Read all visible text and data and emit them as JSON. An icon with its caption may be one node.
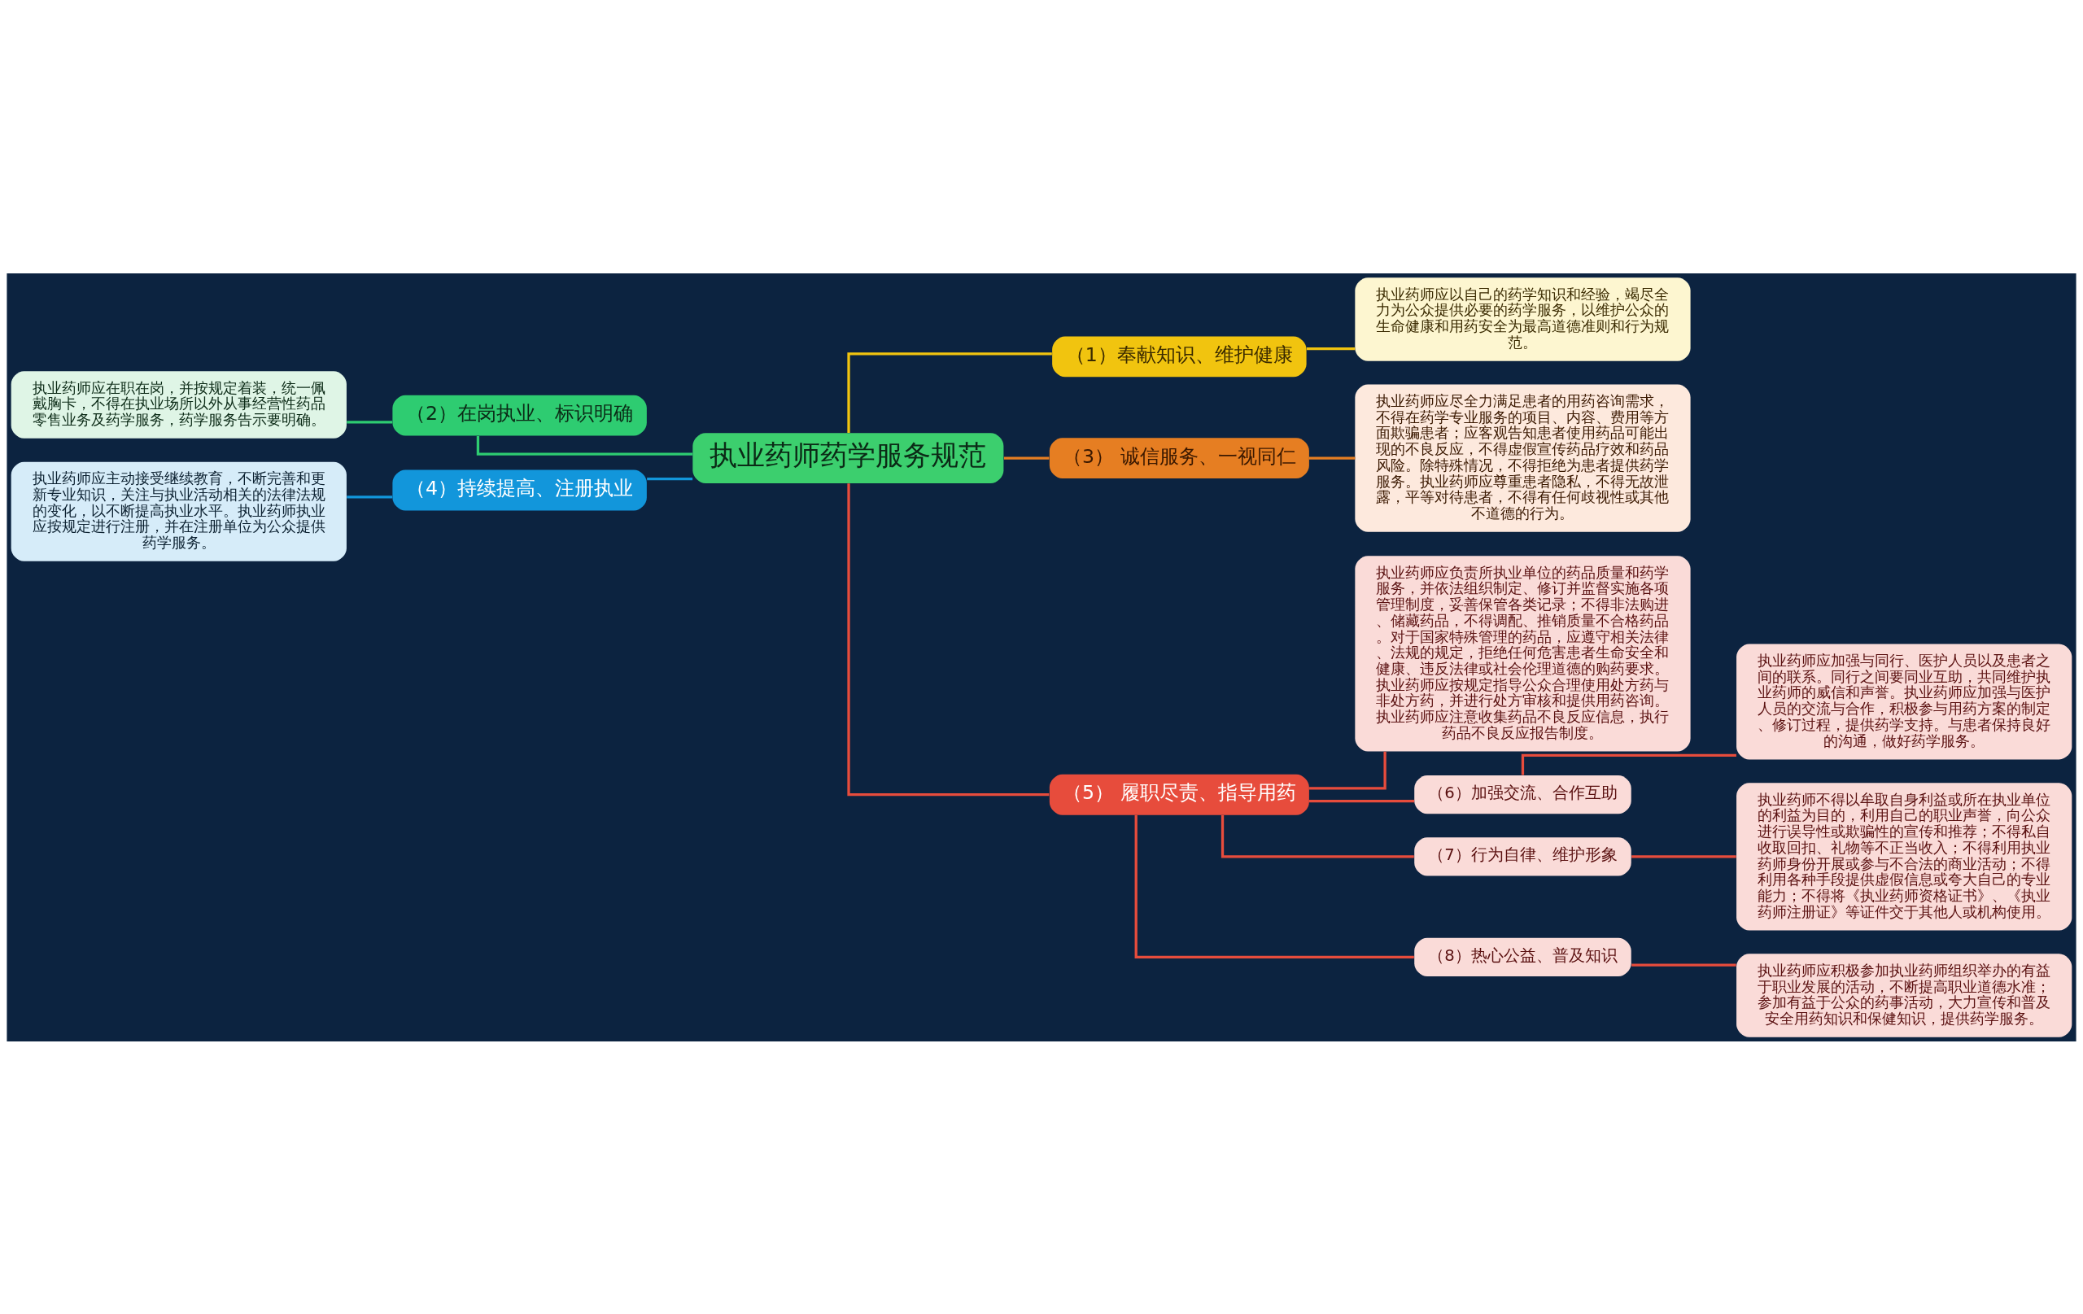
{
  "diagram": {
    "nodes": [
      {
        "text": [
          "执业药师药学服务规范"
        ]
      },
      {
        "text": [
          "（1）奉献知识、维护健康"
        ]
      },
      {
        "text": [
          "执业药师应以自己的药学知识和经验，竭尽全力为公众提供必要的药学服务，以维护公众的生命健康和用药安全为最高道德准则和行为规范。"
        ]
      },
      {
        "text": [
          "（3） 诚信服务、一视同仁"
        ]
      },
      {
        "text": [
          "执业药师应尽全力满足患者的用药咨询需求，不得在药学专业服务的项目、内容、费用等方面欺骗患者；应客观告知患者使用药品可能出现的不良反应，不得虚假宣传药品疗效和药品风险。除特殊情况，不得拒绝为患者提供药学服务。执业药师应尊重患者隐私，不得无故泄露，平等对待患者，不得有任何歧视性或其他不道德的行为。"
        ]
      },
      {
        "text": [
          "（5） 履职尽责、指导用药"
        ]
      },
      {
        "text": [
          "执业药师应负责所执业单位的药品质量和药学服务，并依法组织制定、修订并监督实施各项管理制度，妥善保管各类记录；不得非法购进、储藏药品，不得调配、推销质量不合格药品。对于国家特殊管理的药品，应遵守相关法律、法规的规定，拒绝任何危害患者生命安全和健康、违反法律或社会伦理道德的购药要求。执业药师应按规定指导公众合理使用处方药与非处方药，并进行处方审核和提供用药咨询。执业药师应注意收集药品不良反应信息，执行药品不良反应报告制度。"
        ]
      },
      {
        "text": [
          "（6）加强交流、合作互助"
        ]
      },
      {
        "text": [
          "执业药师应加强与同行、医护人员以及患者之间的联系。同行之间要同业互助，共同维护执业药师的威信和声誉。执业药师应加强与医护人员的交流与合作，积极参与用药方案的制定、修订过程，提供药学支持。与患者保持良好的沟通，做好药学服务。"
        ]
      },
      {
        "text": [
          "（7）行为自律、维护形象"
        ]
      },
      {
        "text": [
          "执业药师不得以牟取自身利益或所在执业单位的利益为目的，利用自己的职业声誉，向公众进行误导性或欺骗性的宣传和推荐；不得私自收取回扣、礼物等不正当收入；不得利用执业药师身份开展或参与不合法的商业活动；不得利用各种手段提供虚假信息或夸大自己的专业能力；不得将《执业药师资格证书》、《执业药师注册证》等证件交于其他人或机构使用。"
        ]
      },
      {
        "text": [
          "（8）热心公益、普及知识"
        ]
      },
      {
        "text": [
          "执业药师应积极参加执业药师组织举办的有益于职业发展的活动，不断提高职业道德水准；参加有益于公众的药事活动，大力宣传和普及安全用药知识和保健知识，提供药学服务。"
        ]
      },
      {
        "text": [
          "（2）在岗执业、标识明确"
        ]
      },
      {
        "text": [
          "执业药师应在职在岗，并按规定着装，统一佩戴胸卡，不得在执业场所以外从事经营性药品零售业务及药学服务，药学服务告示要明确。"
        ]
      },
      {
        "text": [
          "（4）持续提高、注册执业"
        ]
      },
      {
        "text": [
          "执业药师应主动接受继续教育，不断完善和更新专业知识，关注与执业活动相关的法律法规的变化，以不断提高执业水平。执业药师执业应按规定进行注册，并在注册单位为公众提供药学服务。"
        ]
      }
    ],
    "edges": [
      {
        "from": 0,
        "to": 1,
        "arrow": "none",
        "color": "#f1c40f"
      },
      {
        "from": 0,
        "to": 3,
        "arrow": "none",
        "color": "#e67e22"
      },
      {
        "from": 0,
        "to": 5,
        "arrow": "none",
        "color": "#e74c3c"
      },
      {
        "from": 0,
        "to": 13,
        "arrow": "none",
        "color": "#2ecc71"
      },
      {
        "from": 0,
        "to": 15,
        "arrow": "none",
        "color": "#1296db"
      },
      {
        "from": 1,
        "to": 2,
        "arrow": "none",
        "color": "#f1c40f"
      },
      {
        "from": 3,
        "to": 4,
        "arrow": "none",
        "color": "#e67e22"
      },
      {
        "from": 5,
        "to": 6,
        "arrow": "none",
        "color": "#e74c3c"
      },
      {
        "from": 5,
        "to": 7,
        "arrow": "none",
        "color": "#e74c3c"
      },
      {
        "from": 5,
        "to": 9,
        "arrow": "none",
        "color": "#e74c3c"
      },
      {
        "from": 5,
        "to": 11,
        "arrow": "none",
        "color": "#e74c3c"
      },
      {
        "from": 7,
        "to": 8,
        "arrow": "none",
        "color": "#e74c3c"
      },
      {
        "from": 9,
        "to": 10,
        "arrow": "none",
        "color": "#e74c3c"
      },
      {
        "from": 11,
        "to": 12,
        "arrow": "none",
        "color": "#e74c3c"
      },
      {
        "from": 13,
        "to": 14,
        "arrow": "none",
        "color": "#2ecc71"
      },
      {
        "from": 15,
        "to": 16,
        "arrow": "none",
        "color": "#1296db"
      }
    ]
  }
}
